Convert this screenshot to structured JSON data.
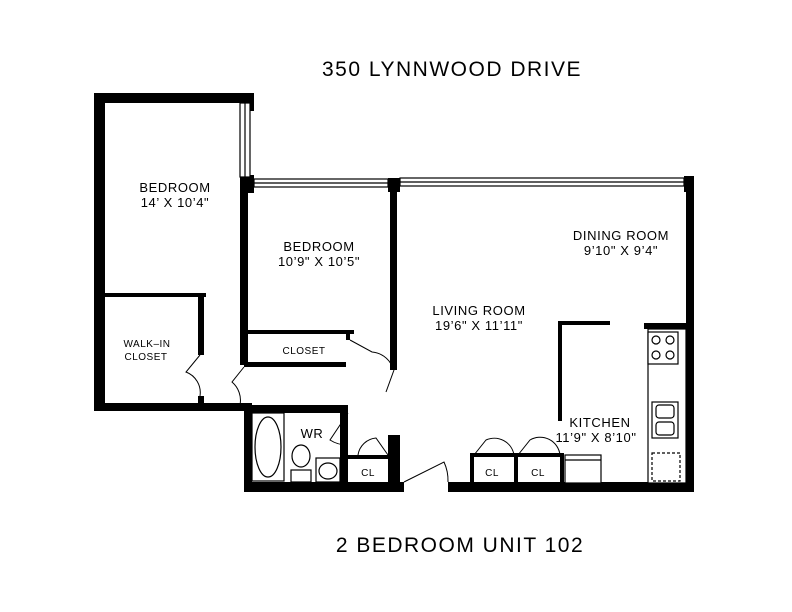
{
  "plan": {
    "title": "350 LYNNWOOD DRIVE",
    "subtitle": "2 BEDROOM UNIT 102",
    "rooms": {
      "bedroom_1": {
        "name": "BEDROOM",
        "dims": "14’ X 10’4\""
      },
      "bedroom_2": {
        "name": "BEDROOM",
        "dims": "10’9\" X 10’5\""
      },
      "living": {
        "name": "LIVING ROOM",
        "dims": "19’6\" X 11’11\""
      },
      "dining": {
        "name": "DINING ROOM",
        "dims": "9’10\" X 9’4\""
      },
      "kitchen": {
        "name": "KITCHEN",
        "dims": "11’9\" X 8’10\""
      },
      "walkin": {
        "line1": "WALK–IN",
        "line2": "CLOSET"
      },
      "closet": {
        "name": "CLOSET"
      },
      "wr": {
        "name": "WR"
      },
      "cl_1": {
        "name": "CL"
      },
      "cl_2": {
        "name": "CL"
      },
      "cl_3": {
        "name": "CL"
      }
    }
  }
}
